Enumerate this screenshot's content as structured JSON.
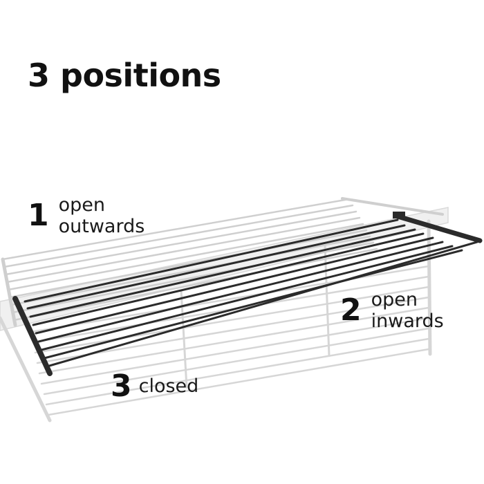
{
  "title": "3 positions",
  "positions": [
    {
      "number": "1",
      "line1": "open",
      "line2": "outwards"
    },
    {
      "number": "2",
      "line1": "open",
      "line2": "inwards"
    },
    {
      "number": "3",
      "line1": "closed",
      "line2": ""
    }
  ],
  "colors": {
    "bar_dark": "#2b2b2b",
    "bar_light": "#d4d4d4",
    "text": "#111111"
  }
}
